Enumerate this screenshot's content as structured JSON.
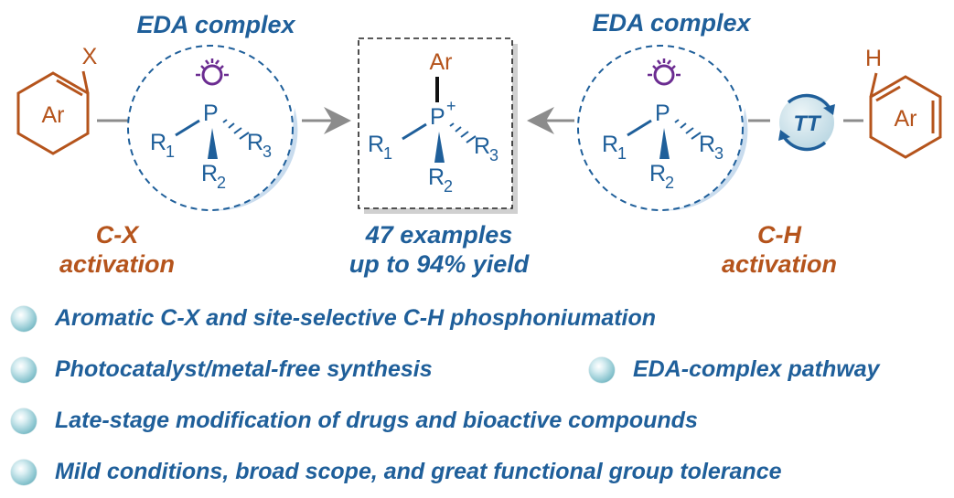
{
  "left": {
    "heading": "EDA complex",
    "ring_label": "Ar",
    "leaving_group": "X",
    "activation_line1": "C-X",
    "activation_line2": "activation"
  },
  "right": {
    "heading": "EDA complex",
    "ring_label": "Ar",
    "hydrogen": "H",
    "reagent": "TT",
    "activation_line1": "C-H",
    "activation_line2": "activation"
  },
  "phosphine": {
    "center": "P",
    "r1": "R",
    "r1_sub": "1",
    "r2": "R",
    "r2_sub": "2",
    "r3": "R",
    "r3_sub": "3"
  },
  "product": {
    "aryl": "Ar",
    "center": "P",
    "charge": "+",
    "r1": "R",
    "r1_sub": "1",
    "r2": "R",
    "r2_sub": "2",
    "r3": "R",
    "r3_sub": "3",
    "examples": "47 examples",
    "yield": "up to 94% yield"
  },
  "features": [
    "Aromatic C-X and site-selective C-H phosphoniumation",
    "Photocatalyst/metal-free synthesis",
    "EDA-complex pathway",
    "Late-stage modification of drugs and bioactive compounds",
    "Mild conditions, broad scope, and great functional group tolerance"
  ],
  "colors": {
    "blue": "#1f5f9a",
    "orange": "#b5541c",
    "purple": "#6b2c91",
    "gray": "#8c8c8c",
    "bullet": "#8cc6d0"
  },
  "icons": [
    "light-bulb-icon",
    "thianthrene-cycle-icon",
    "bullet-sphere-icon"
  ]
}
